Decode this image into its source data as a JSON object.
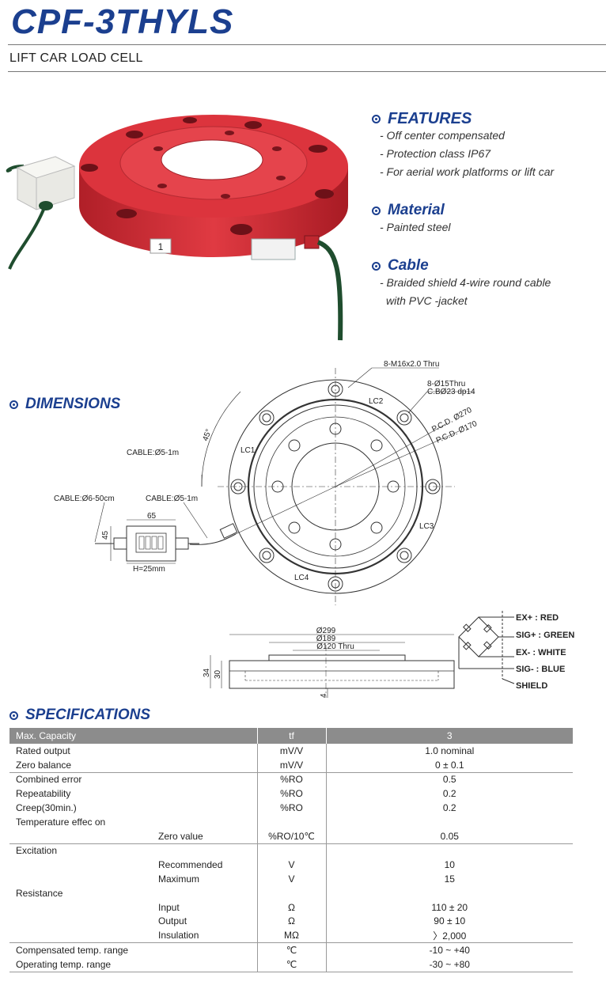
{
  "header": {
    "model": "CPF-3THYLS",
    "subtitle": "LIFT CAR LOAD CELL"
  },
  "photo": {
    "label_number": "1"
  },
  "features": {
    "title": "FEATURES",
    "items": [
      "- Off center compensated",
      "- Protection class IP67",
      "- For aerial work platforms or lift car"
    ]
  },
  "material": {
    "title": "Material",
    "items": [
      "- Painted steel"
    ]
  },
  "cable": {
    "title": "Cable",
    "lines": [
      "- Braided shield 4-wire round cable",
      "  with PVC -jacket"
    ]
  },
  "dimensions": {
    "title": "DIMENSIONS",
    "labels": {
      "thread": "8-M16x2.0 Thru",
      "holes1": "8-Ø15Thru",
      "holes2": "C.BØ23 dp14",
      "pcd270": "P.C.D. Ø270",
      "pcd170": "P.C.D. Ø170",
      "angle": "45°",
      "cable_top": "CABLE:Ø5-1m",
      "cable_box_left": "CABLE:Ø6-50cm",
      "cable_box_right": "CABLE:Ø5-1m",
      "box_width": "65",
      "box_side": "45",
      "box_height": "H=25mm",
      "lc1": "LC1",
      "lc2": "LC2",
      "lc3": "LC3",
      "lc4": "LC4",
      "d299": "Ø299",
      "d189": "Ø189",
      "d120": "Ø120 Thru",
      "h34": "34",
      "h30": "30",
      "h4": "4"
    },
    "wiring": [
      {
        "label": "EX+ : RED",
        "color": "#c00000"
      },
      {
        "label": "SIG+ : GREEN",
        "color": "#1a7a1a"
      },
      {
        "label": "EX- : WHITE",
        "color": "#999999"
      },
      {
        "label": "SIG- : BLUE",
        "color": "#1b3f8f"
      },
      {
        "label": "SHIELD",
        "color": "#555555"
      }
    ]
  },
  "specifications": {
    "title": "SPECIFICATIONS",
    "header": {
      "name": "Max. Capacity",
      "unit": "tf",
      "value": "3"
    },
    "rows": [
      {
        "name": "Rated output",
        "sub": "",
        "unit": "mV/V",
        "value": "1.0 nominal",
        "group_top": false
      },
      {
        "name": "Zero balance",
        "sub": "",
        "unit": "mV/V",
        "value": "0 ± 0.1",
        "group_top": false
      },
      {
        "name": "Combined error",
        "sub": "",
        "unit": "%RO",
        "value": "0.5",
        "group_top": true
      },
      {
        "name": "Repeatability",
        "sub": "",
        "unit": "%RO",
        "value": "0.2",
        "group_top": false
      },
      {
        "name": "Creep(30min.)",
        "sub": "",
        "unit": "%RO",
        "value": "0.2",
        "group_top": false
      },
      {
        "name": "Temperature effec on",
        "sub": "",
        "unit": "",
        "value": "",
        "group_top": false
      },
      {
        "name": "",
        "sub": "Zero value",
        "unit": "%RO/10℃",
        "value": "0.05",
        "group_top": false
      },
      {
        "name": "Excitation",
        "sub": "",
        "unit": "",
        "value": "",
        "group_top": true
      },
      {
        "name": "",
        "sub": "Recommended",
        "unit": "V",
        "value": "10",
        "group_top": false
      },
      {
        "name": "",
        "sub": "Maximum",
        "unit": "V",
        "value": "15",
        "group_top": false
      },
      {
        "name": "Resistance",
        "sub": "",
        "unit": "",
        "value": "",
        "group_top": false
      },
      {
        "name": "",
        "sub": "Input",
        "unit": "Ω",
        "value": "110  ±  20",
        "group_top": false
      },
      {
        "name": "",
        "sub": "Output",
        "unit": "Ω",
        "value": "90  ±  10",
        "group_top": false
      },
      {
        "name": "",
        "sub": "Insulation",
        "unit": "MΩ",
        "value": "〉2,000",
        "group_top": false
      },
      {
        "name": "Compensated temp. range",
        "sub": "",
        "unit": "℃",
        "value": "-10 ~ +40",
        "group_top": true
      },
      {
        "name": "Operating temp. range",
        "sub": "",
        "unit": "℃",
        "value": "-30 ~ +80",
        "group_top": false
      }
    ]
  }
}
